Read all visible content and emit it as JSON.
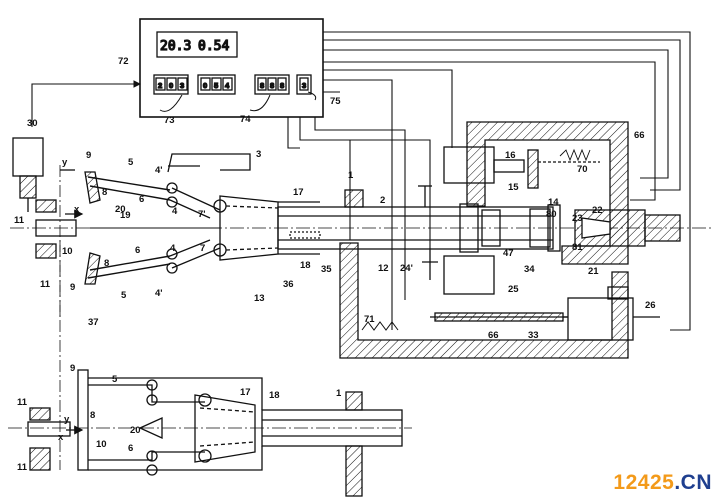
{
  "display": {
    "value_left": "20.3",
    "value_right": "0.54"
  },
  "keypad_left": [
    "2",
    "0",
    "3",
    "0",
    "5",
    "4"
  ],
  "keypad_right": [
    "8",
    "8",
    "8",
    "3"
  ],
  "labels": {
    "l1": "1",
    "l1b": "1",
    "l2": "2",
    "l3": "3",
    "l4a": "4",
    "l4b": "4",
    "l4pa": "4'",
    "l4pb": "4'",
    "l5a": "5",
    "l5b": "5",
    "l5c": "5",
    "l6a": "6",
    "l6b": "6",
    "l6c": "6",
    "l7a": "7'",
    "l7b": "7",
    "l8a": "8",
    "l8b": "8",
    "l8c": "8",
    "l9a": "9",
    "l9b": "9",
    "l9c": "9",
    "l10a": "10",
    "l10b": "10",
    "l11a": "11",
    "l11b": "11",
    "l11c": "11",
    "l11d": "11",
    "l12": "12",
    "l13": "13",
    "l14": "14",
    "l15": "15",
    "l16": "16",
    "l17a": "17",
    "l17b": "17",
    "l18a": "18",
    "l18b": "18",
    "l19": "19",
    "l20a": "20",
    "l20b": "20",
    "l21": "21",
    "l22": "22",
    "l23": "23",
    "l24": "24'",
    "l25": "25",
    "l26": "26",
    "l30": "30",
    "l33": "33",
    "l34": "34",
    "l35": "35",
    "l36": "36",
    "l37": "37",
    "l47": "47",
    "l66a": "66",
    "l66b": "66",
    "l70": "70",
    "l71": "71",
    "l72": "72",
    "l73": "73",
    "l74": "74",
    "l75": "75",
    "l80": "80",
    "l81": "81",
    "lx": "x",
    "ly": "y",
    "lxb": "x",
    "lyb": "y"
  },
  "watermark": {
    "left": "12425",
    "right": ".CN"
  },
  "colors": {
    "ink": "#111111",
    "watermark_orange": "#f39a1a",
    "watermark_blue": "#1f3f8f"
  }
}
